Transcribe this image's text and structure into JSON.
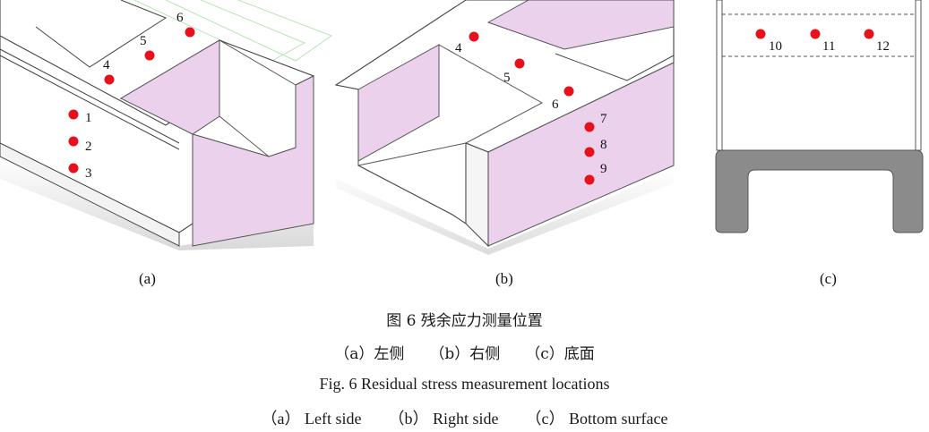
{
  "panels": {
    "a": "(a)",
    "b": "(b)",
    "c": "(c)"
  },
  "points": {
    "p1": "1",
    "p2": "2",
    "p3": "3",
    "p4": "4",
    "p5": "5",
    "p6": "6",
    "p4b": "4",
    "p5b": "5",
    "p6b": "6",
    "p7": "7",
    "p8": "8",
    "p9": "9",
    "p10": "10",
    "p11": "11",
    "p12": "12"
  },
  "caption": {
    "cn_title": "图 6    残余应力测量位置",
    "cn_sub_a": "（a）左侧",
    "cn_sub_b": "（b）右侧",
    "cn_sub_c": "（c）底面",
    "en_title": "Fig. 6    Residual stress measurement locations",
    "en_sub_a": "（a） Left side",
    "en_sub_b": "（b） Right side",
    "en_sub_c": "（c） Bottom surface"
  },
  "colors": {
    "marker": "#e8101a",
    "face": "#ecd1ec",
    "section": "#8b8b8b"
  }
}
